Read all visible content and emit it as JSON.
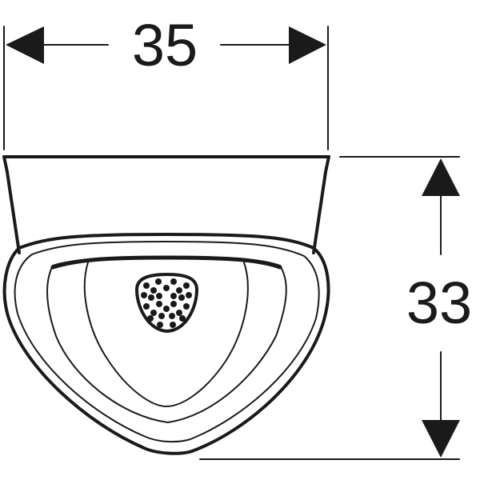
{
  "diagram": {
    "subject": "Wall-hung urinal, top view",
    "line_color": "#1a1a1a",
    "background": "#ffffff",
    "dimensions": {
      "width": {
        "label": "35",
        "orientation": "horizontal"
      },
      "depth": {
        "label": "33",
        "orientation": "vertical"
      }
    },
    "parts": {
      "strainer": "drain-strainer"
    }
  }
}
